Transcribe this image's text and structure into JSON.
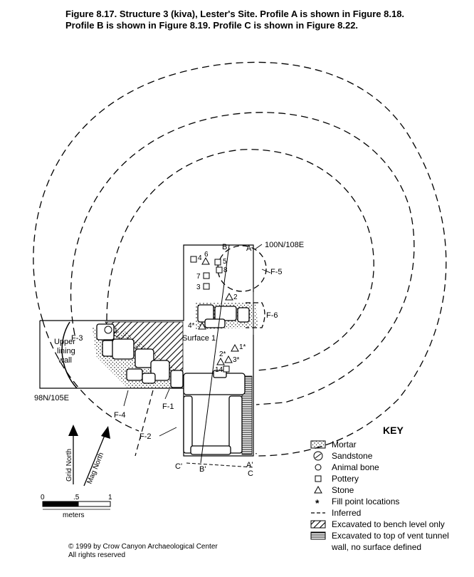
{
  "caption": {
    "line1": "Figure 8.17.  Structure 3 (kiva), Lester's Site. Profile A is shown in Figure 8.18.",
    "line2": "Profile B is shown in Figure 8.19. Profile C is shown in Figure 8.22."
  },
  "labels": {
    "datum_ne": "100N/108E",
    "datum_sw": "98N/105E",
    "upper_lining_wall": [
      "Upper",
      "lining",
      "wall"
    ],
    "surface": "Surface 1",
    "features": {
      "f1": "F-1",
      "f2": "F-2",
      "f3": "F-3",
      "f4": "F-4",
      "f5": "F-5",
      "f6": "F-6"
    },
    "profiles": {
      "a": "A",
      "b": "B",
      "a_prime": "A'",
      "b_prime": "B'",
      "c": "C",
      "c_prime": "C'"
    },
    "points": {
      "p1": "1",
      "p1s": "1*",
      "p2": "2",
      "p2s": "2*",
      "p3": "3",
      "p3s": "3*",
      "p4": "4",
      "p4s": "4*",
      "p5": "5",
      "p6": "6",
      "p7": "7",
      "p8": "8",
      "p14": "14"
    },
    "grid_north": "Grid North",
    "mag_north": "Mag North",
    "scale": {
      "zero": "0",
      "half": ".5",
      "one": "1",
      "unit": "meters"
    }
  },
  "key": {
    "title": "KEY",
    "items": [
      {
        "icon": "mortar-icon",
        "label": "Mortar"
      },
      {
        "icon": "sandstone-icon",
        "label": "Sandstone"
      },
      {
        "icon": "circle-icon",
        "label": "Animal bone"
      },
      {
        "icon": "square-icon",
        "label": "Pottery"
      },
      {
        "icon": "triangle-icon",
        "label": "Stone"
      },
      {
        "icon": "asterisk-icon",
        "label": "Fill point locations"
      },
      {
        "icon": "dashed-line-icon",
        "label": "Inferred"
      },
      {
        "icon": "diagonal-hatch-icon",
        "label": "Excavated to bench level only"
      },
      {
        "icon": "horizontal-hatch-icon",
        "label": "Excavated to top of vent tunnel",
        "label2": "wall, no surface defined"
      }
    ]
  },
  "copyright": {
    "line1": "© 1999 by Crow Canyon Archaeological Center",
    "line2": "All rights reserved"
  }
}
